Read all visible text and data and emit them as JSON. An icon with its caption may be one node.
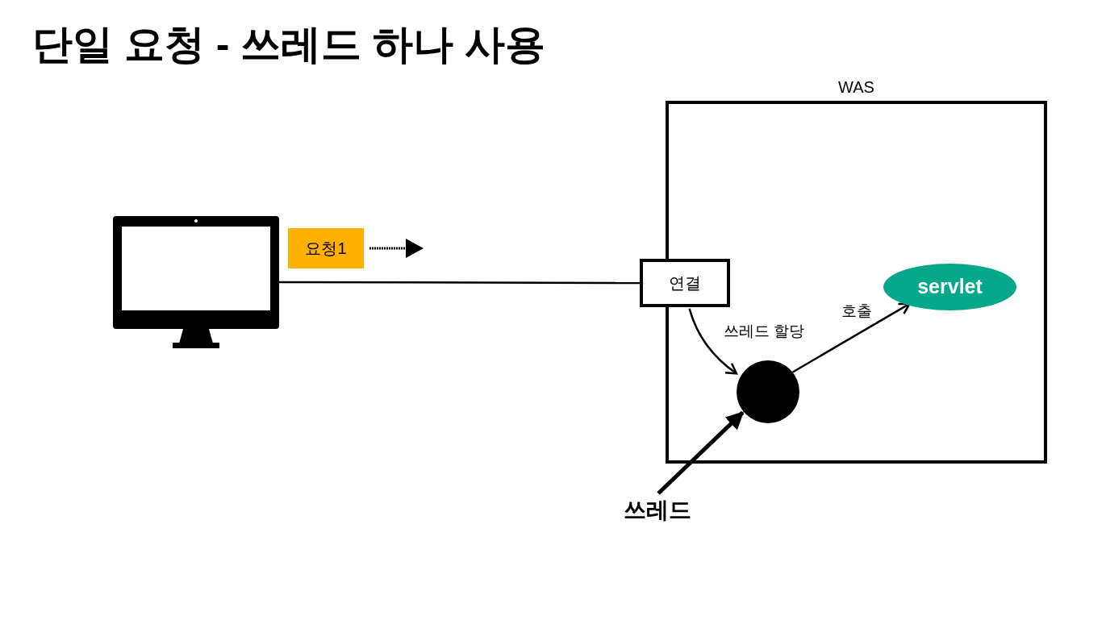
{
  "diagram": {
    "title": "단일 요청 - 쓰레드 하나 사용",
    "nodes": [
      {
        "text": [
          "WAS"
        ]
      },
      {
        "text": [],
        "shape": "computer"
      },
      {
        "text": [
          "요청1"
        ]
      },
      {
        "text": [
          "연결"
        ]
      },
      {
        "text": [
          "servlet"
        ],
        "in": 0
      },
      {
        "text": [],
        "shape": "circle",
        "in": 0
      },
      {
        "text": [
          "쓰레드"
        ]
      }
    ],
    "edges": [
      {
        "from": 1,
        "to": 3,
        "arrow": "none"
      },
      {
        "from": 3,
        "to": 5,
        "arrow": "to",
        "label": "쓰레드 할당"
      },
      {
        "from": 5,
        "to": 4,
        "arrow": "to",
        "label": "호출"
      },
      {
        "from": 6,
        "to": 5,
        "arrow": "to",
        "style": "thick"
      }
    ]
  }
}
